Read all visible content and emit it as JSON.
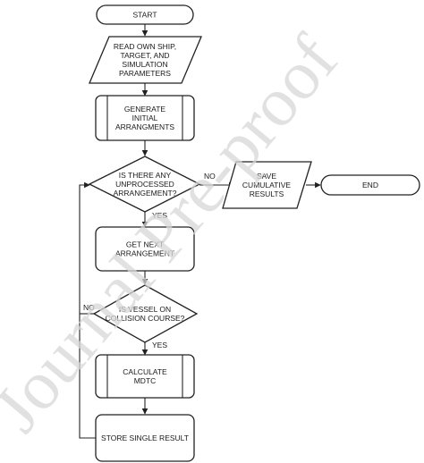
{
  "nodes": {
    "start": {
      "lines": [
        "START"
      ]
    },
    "read_params": {
      "lines": [
        "READ OWN SHIP,",
        "TARGET, AND",
        "SIMULATION",
        "PARAMETERS"
      ]
    },
    "generate": {
      "lines": [
        "GENERATE",
        "INITIAL",
        "ARRANGMENTS"
      ]
    },
    "decision_unprocessed": {
      "lines": [
        "IS THERE ANY",
        "UNPROCESSED",
        "ARRANGEMENT?"
      ]
    },
    "save_results": {
      "lines": [
        "SAVE",
        "CUMULATIVE",
        "RESULTS"
      ]
    },
    "end": {
      "lines": [
        "END"
      ]
    },
    "get_next": {
      "lines": [
        "GET NEXT",
        "ARRANGEMENT"
      ]
    },
    "decision_collision": {
      "lines": [
        "IS VESSEL ON",
        "COLLISION COURSE?"
      ]
    },
    "calculate": {
      "lines": [
        "CALCULATE",
        "MDTC"
      ]
    },
    "store": {
      "lines": [
        "STORE SINGLE RESULT"
      ]
    }
  },
  "edge_labels": {
    "no_unprocessed": "NO",
    "yes_unprocessed": "YES",
    "no_collision": "NO",
    "yes_collision": "YES"
  },
  "watermark": "Journal Pre-proof"
}
